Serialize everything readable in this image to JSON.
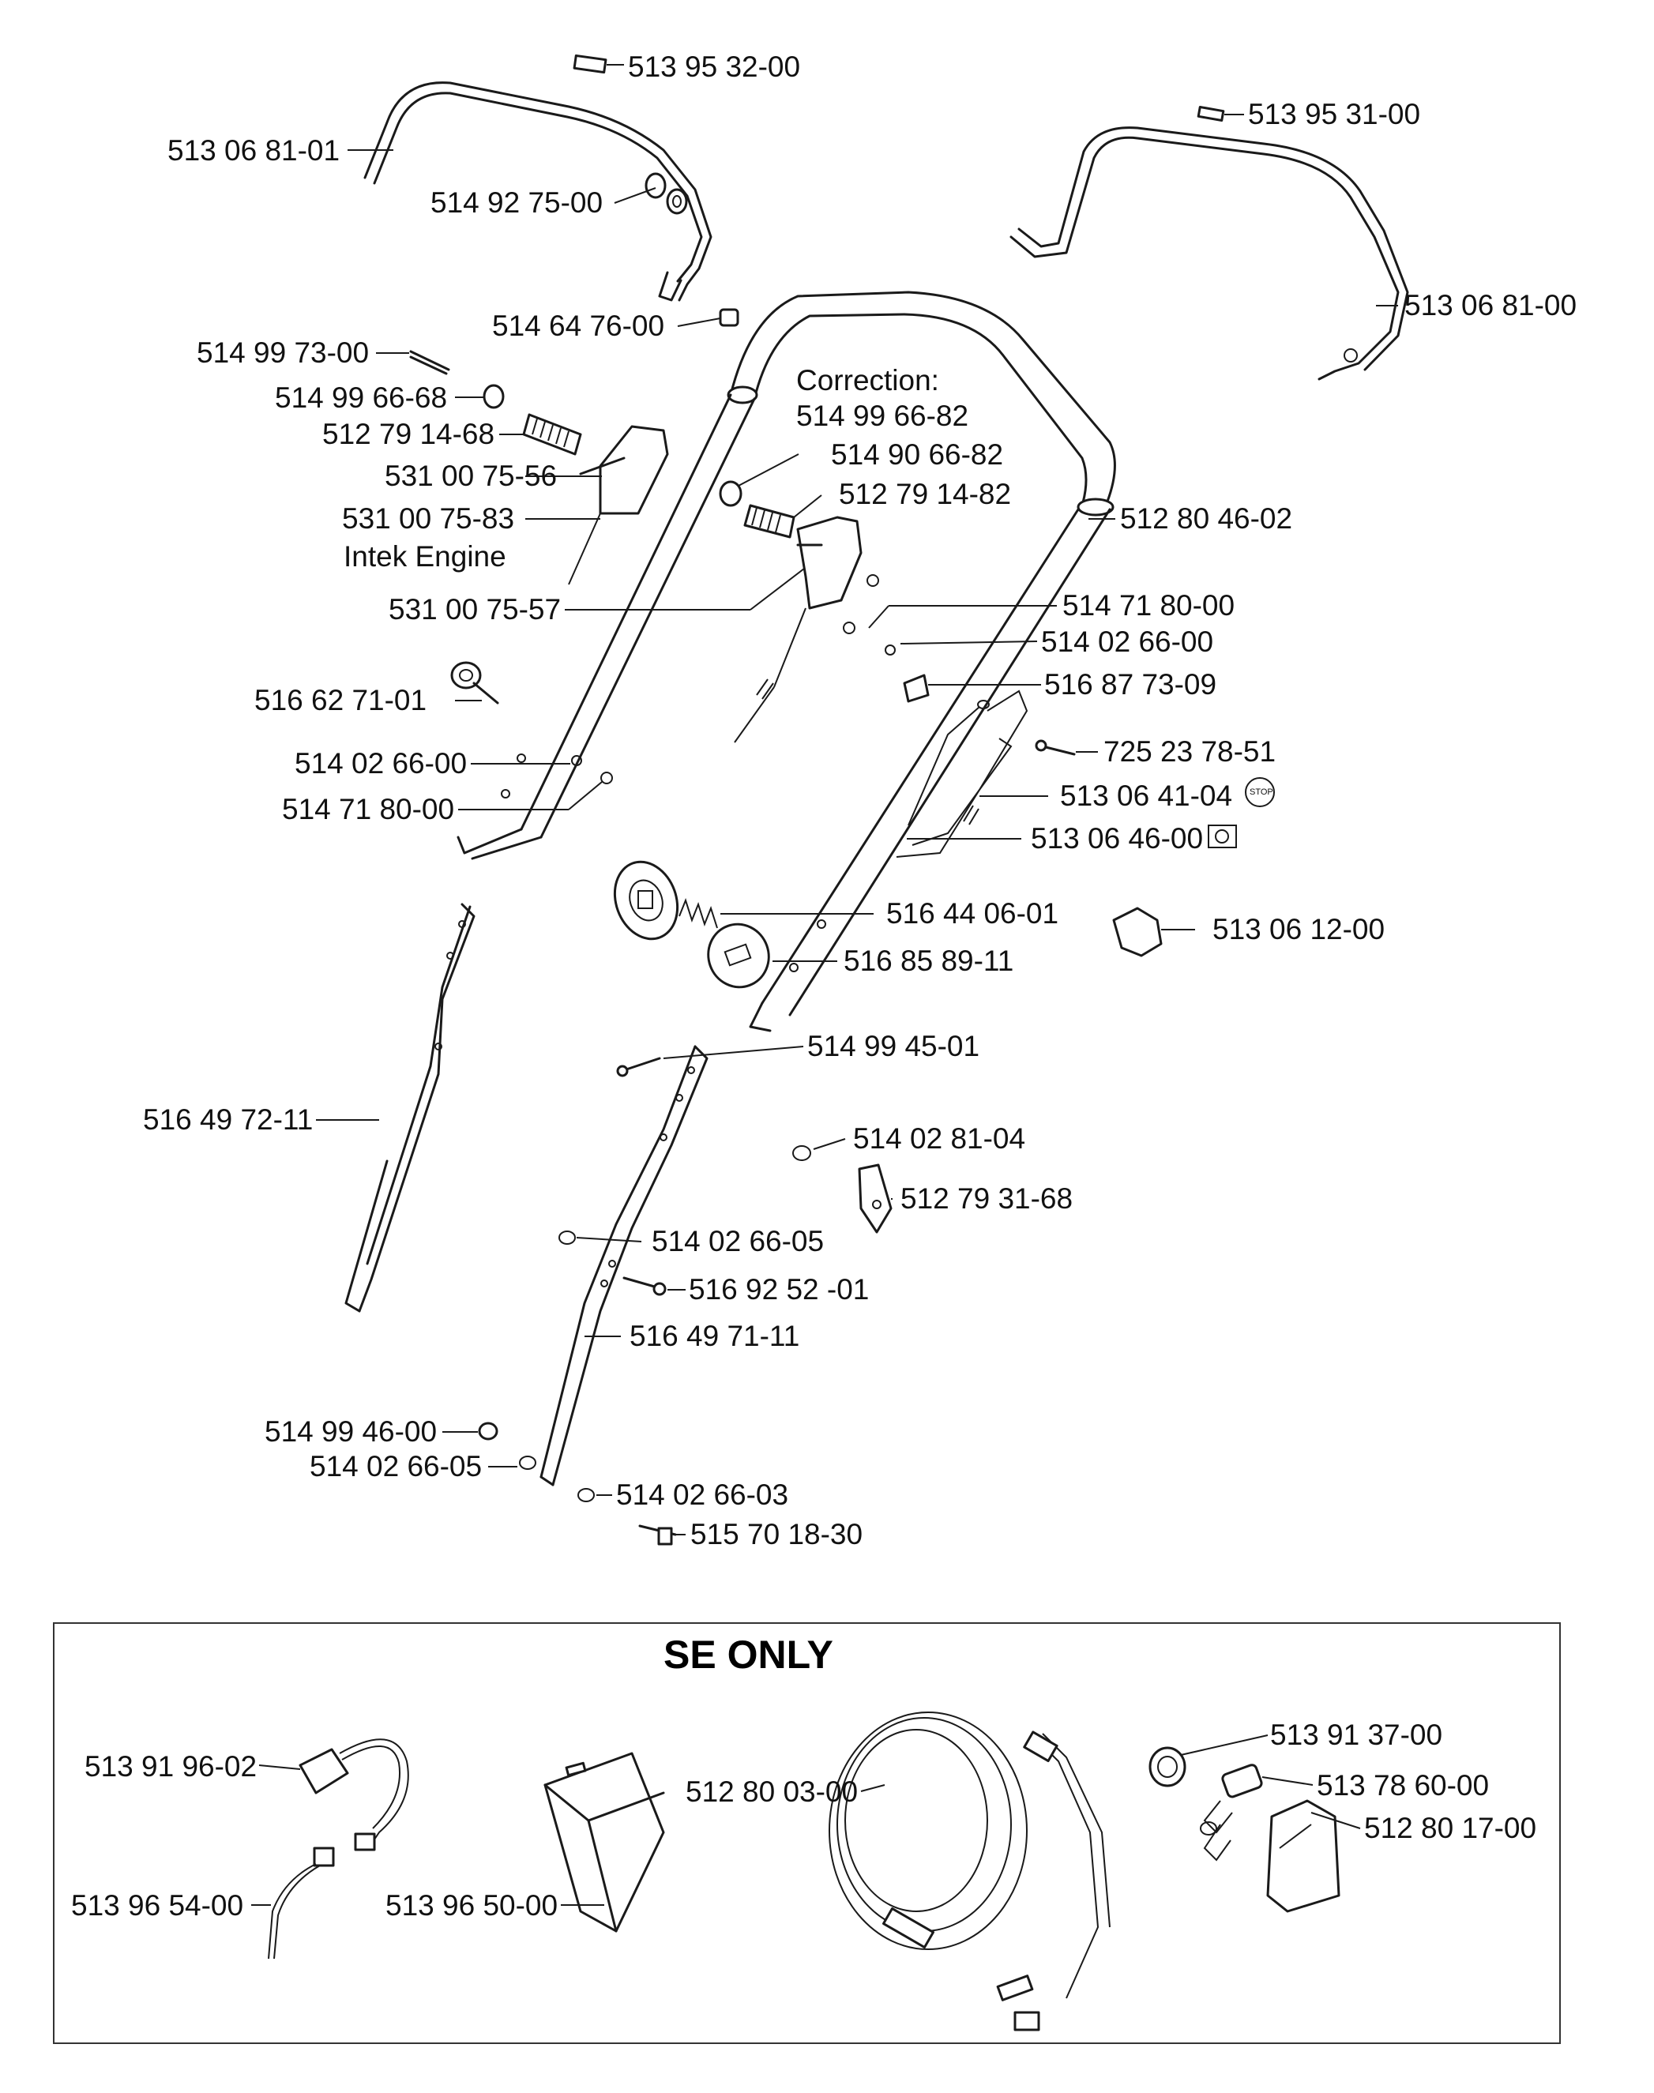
{
  "labels": {
    "p01": "513 95 32-00",
    "p02": "513 95 31-00",
    "p03": "513 06 81-01",
    "p04": "514 92 75-00",
    "p05": "513 06 81-00",
    "p06": "514 64 76-00",
    "p07": "514 99 73-00",
    "p08": "Correction:",
    "p09": "514 99 66-82",
    "p10": "514 99 66-68",
    "p11": "512 79 14-68",
    "p12": "514 90 66-82",
    "p13": "531 00 75-56",
    "p14": "512 79 14-82",
    "p15": "531 00 75-83",
    "p16": "512 80 46-02",
    "p17": "Intek Engine",
    "p18": "514 71 80-00",
    "p19": "531 00 75-57",
    "p20": "514 02 66-00",
    "p21": "516 87 73-09",
    "p22": "516 62 71-01",
    "p23": "725 23 78-51",
    "p24": "514 02 66-00",
    "p25": "513 06 41-04",
    "p26": "514 71 80-00",
    "p27": "513 06 46-00",
    "p28": "516 44 06-01",
    "p29": "513 06 12-00",
    "p30": "516 85 89-11",
    "p31": "514 99 45-01",
    "p32": "516 49 72-11",
    "p33": "514 02 81-04",
    "p34": "512 79 31-68",
    "p35": "514 02 66-05",
    "p36": "516 92 52 -01",
    "p37": "516 49 71-11",
    "p38": "514 99 46-00",
    "p39": "514 02 66-05",
    "p40": "514 02 66-03",
    "p41": "515 70 18-30"
  },
  "se_box": {
    "title": "SE ONLY",
    "labels": {
      "s01": "513 91 96-02",
      "s02": "512 80 03-00",
      "s03": "513 91 37-00",
      "s04": "513 78 60-00",
      "s05": "512 80 17-00",
      "s06": "513 96 54-00",
      "s07": "513 96 50-00"
    }
  },
  "symbols": {
    "stop_badge": "STOP",
    "stop_icon": "stop-sign-icon",
    "choke_icon": "engine-speed-icon"
  }
}
